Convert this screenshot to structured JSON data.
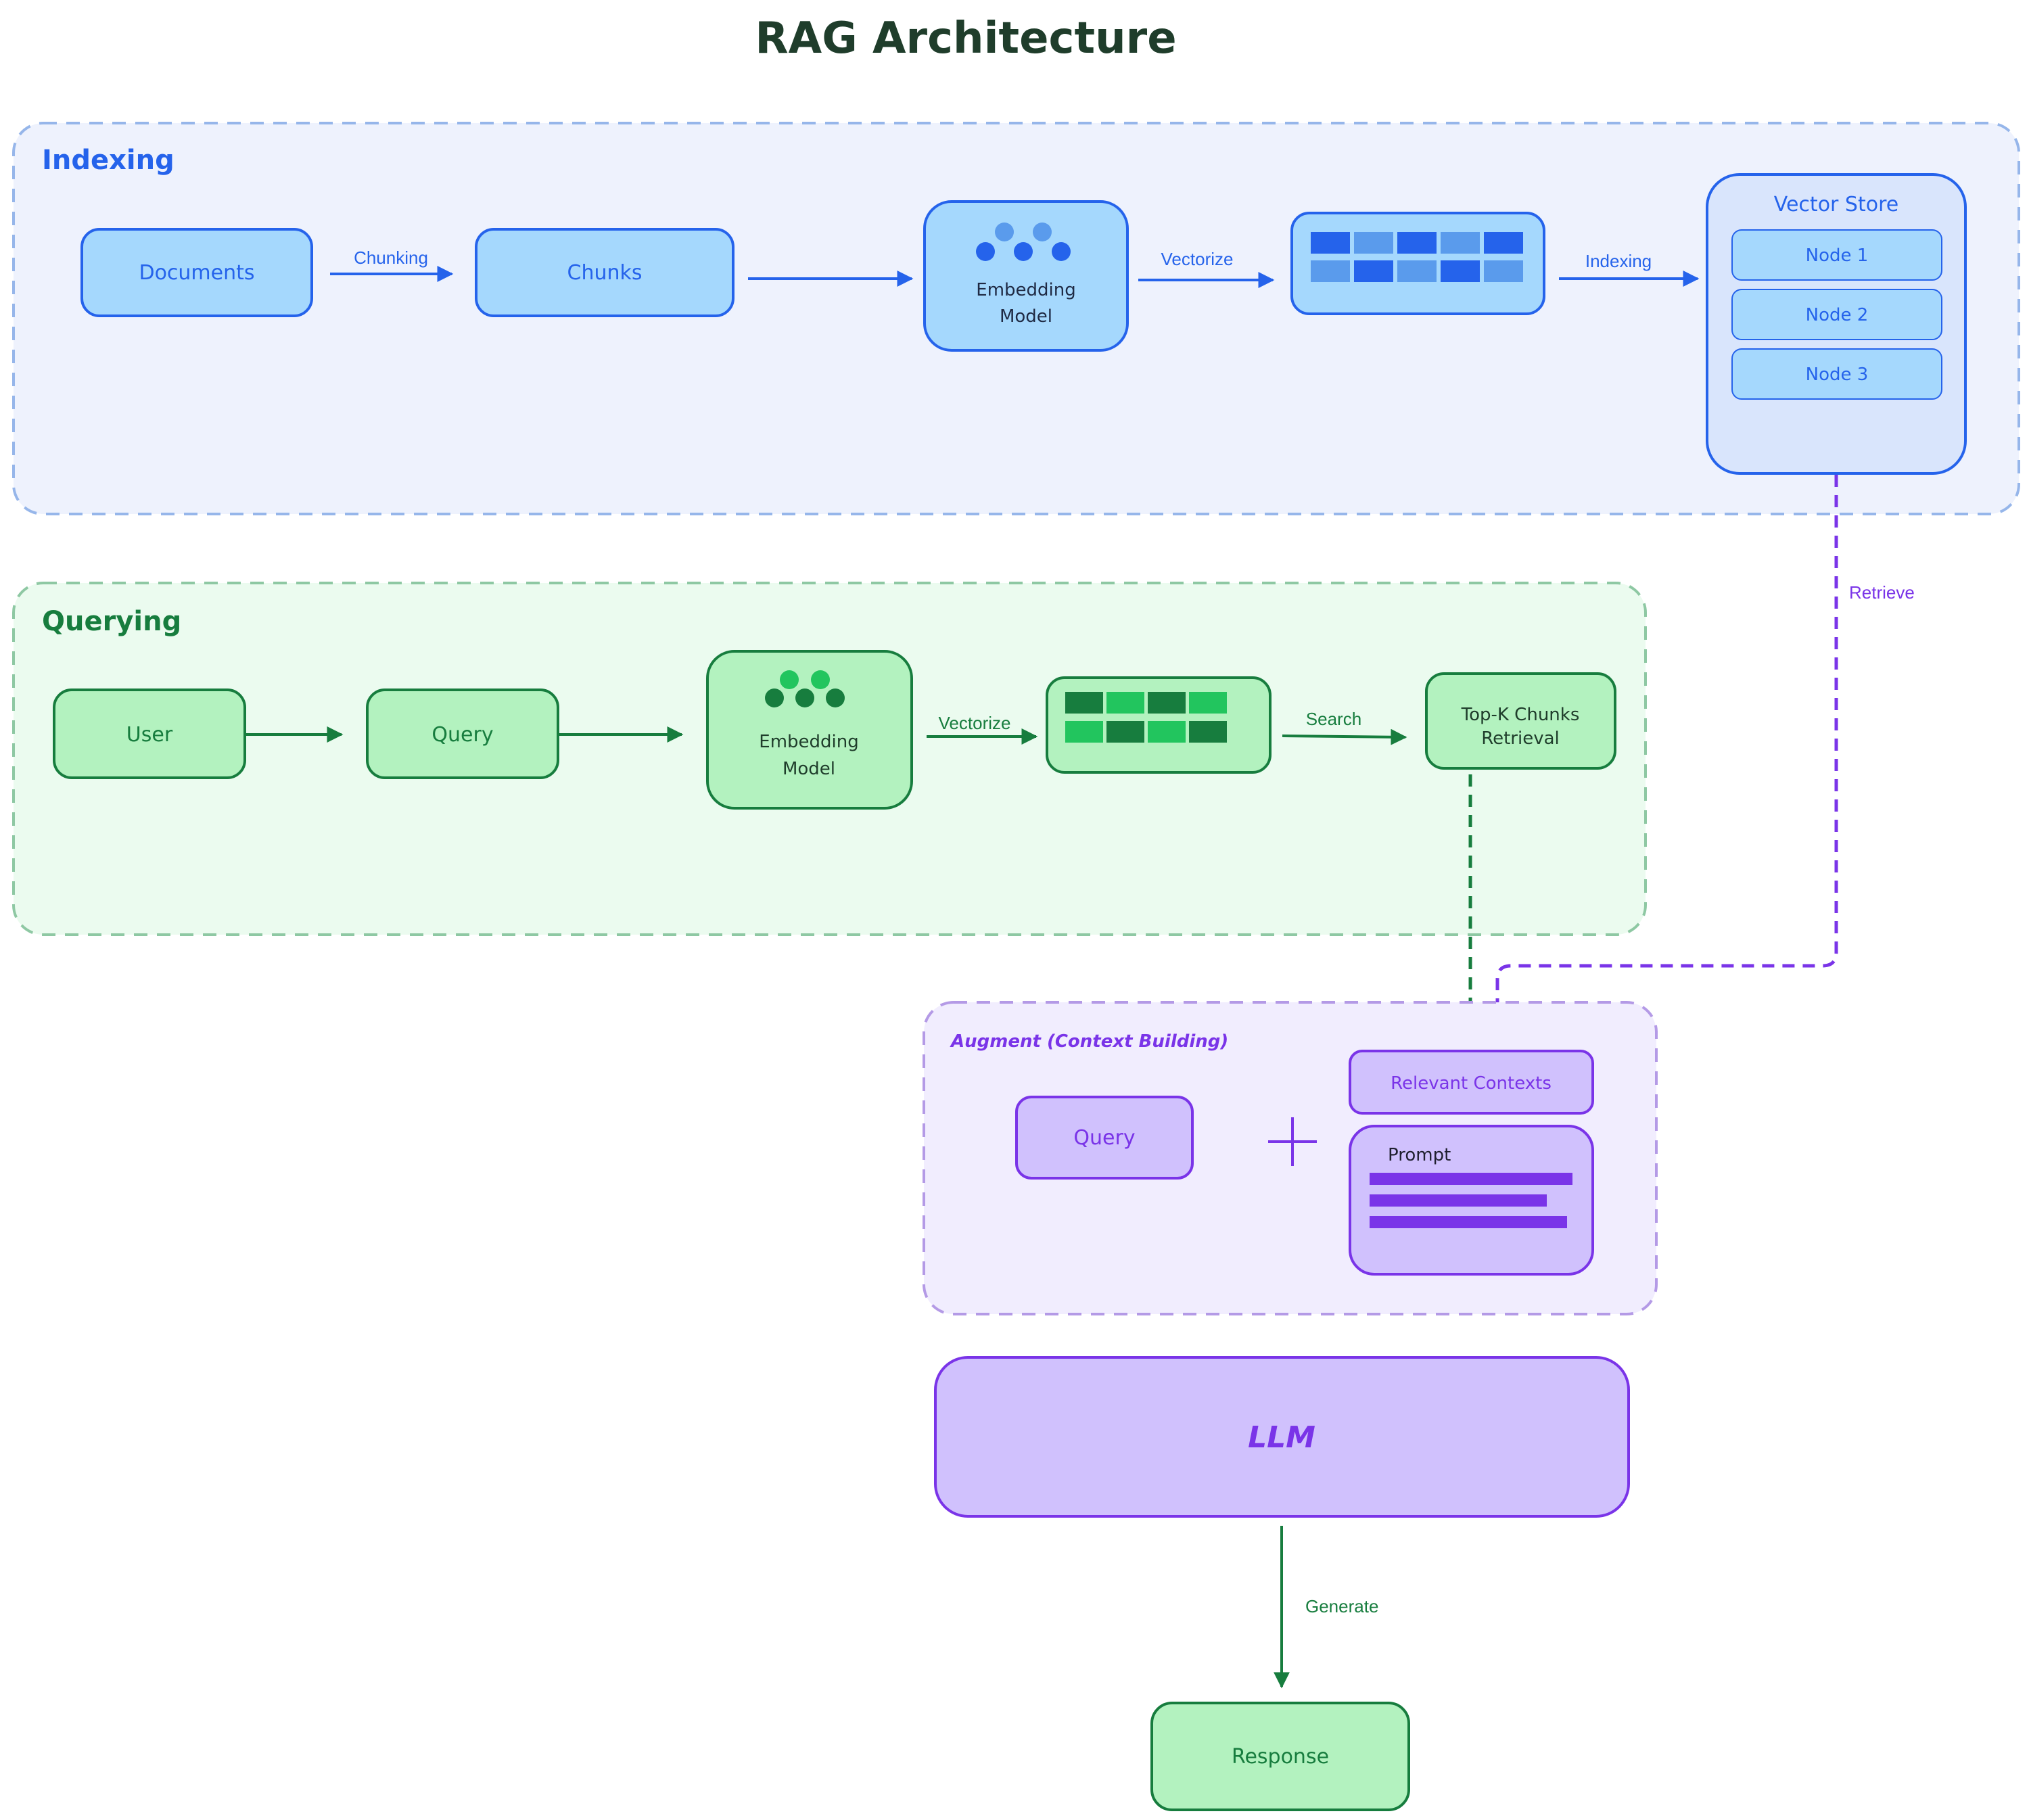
{
  "title": "RAG Architecture",
  "colors": {
    "blue": "#2563eb",
    "blue_fill": "#a5d8fd",
    "blue_light": "#5a9bec",
    "blue_group_fill": "#eef2fd",
    "blue_group_stroke": "#96b6ea",
    "vector_store_fill": "#d9e5fc",
    "green": "#177d3e",
    "green_fill": "#b3f2bf",
    "green_light": "#22c55e",
    "green_group_fill": "#ebfbef",
    "green_group_stroke": "#8ec8a3",
    "purple": "#7a34e8",
    "purple_fill": "#d0c1fd",
    "purple_group_fill": "#f1edfe",
    "purple_group_stroke": "#b49ae6"
  },
  "groups": {
    "indexing": "Indexing",
    "querying": "Querying",
    "augment": "Augment (Context Building)"
  },
  "nodes": {
    "documents": "Documents",
    "chunks": "Chunks",
    "embedding_model_idx": [
      "Embedding",
      "Model"
    ],
    "vector_store": "Vector Store",
    "store_nodes": [
      "Node 1",
      "Node 2",
      "Node 3"
    ],
    "user": "User",
    "query": "Query",
    "embedding_model_q": [
      "Embedding",
      "Model"
    ],
    "topk": [
      "Top-K Chunks",
      "Retrieval"
    ],
    "aug_query": "Query",
    "relevant_contexts": "Relevant Contexts",
    "prompt": "Prompt",
    "llm": "LLM",
    "response": "Response"
  },
  "edges": {
    "chunking": "Chunking",
    "vectorize_idx": "Vectorize",
    "indexing": "Indexing",
    "vectorize_q": "Vectorize",
    "search": "Search",
    "retrieve": "Retrieve",
    "generate": "Generate"
  }
}
